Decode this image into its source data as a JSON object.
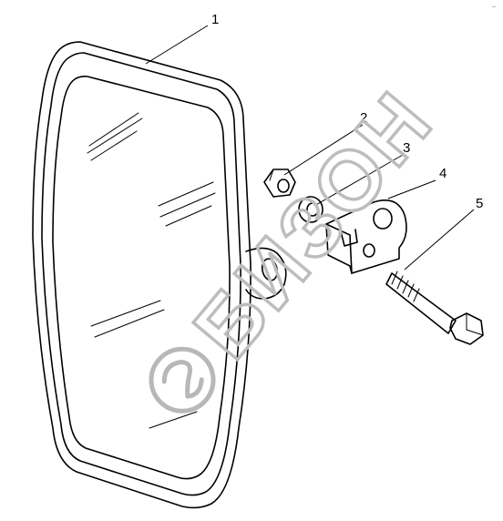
{
  "drawing": {
    "corner_mark": "–",
    "parts": [
      {
        "id": "1",
        "label": "1"
      },
      {
        "id": "2",
        "label": "2"
      },
      {
        "id": "3",
        "label": "3"
      },
      {
        "id": "4",
        "label": "4"
      },
      {
        "id": "5",
        "label": "5"
      }
    ]
  },
  "watermark": {
    "text": "БИЗОН",
    "color": "#bdbdbd"
  }
}
